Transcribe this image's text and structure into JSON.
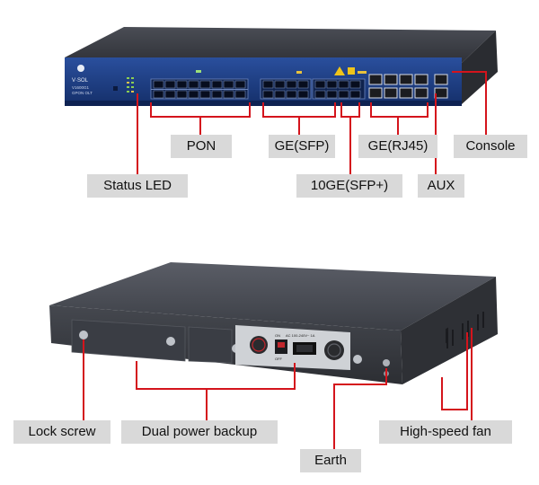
{
  "front_panel": {
    "brand": "V·SOL",
    "model": "V1600G1",
    "subtitle": "GPON OLT"
  },
  "rear_panel": {
    "psu_label": "AC 100-240V~ 1A",
    "switch_on": "ON",
    "switch_off": "OFF"
  },
  "callouts": {
    "pon": "PON",
    "ge_sfp": "GE(SFP)",
    "ge_rj45": "GE(RJ45)",
    "console": "Console",
    "status_led": "Status LED",
    "tenge_sfp": "10GE(SFP+)",
    "aux": "AUX",
    "lock_screw": "Lock screw",
    "dual_power": "Dual power backup",
    "earth": "Earth",
    "fan": "High-speed fan"
  },
  "colors": {
    "leader": "#d4141c",
    "label_bg": "#d9d9d9",
    "front_blue": "#1e3f86",
    "chassis_dark": "#34363c"
  }
}
